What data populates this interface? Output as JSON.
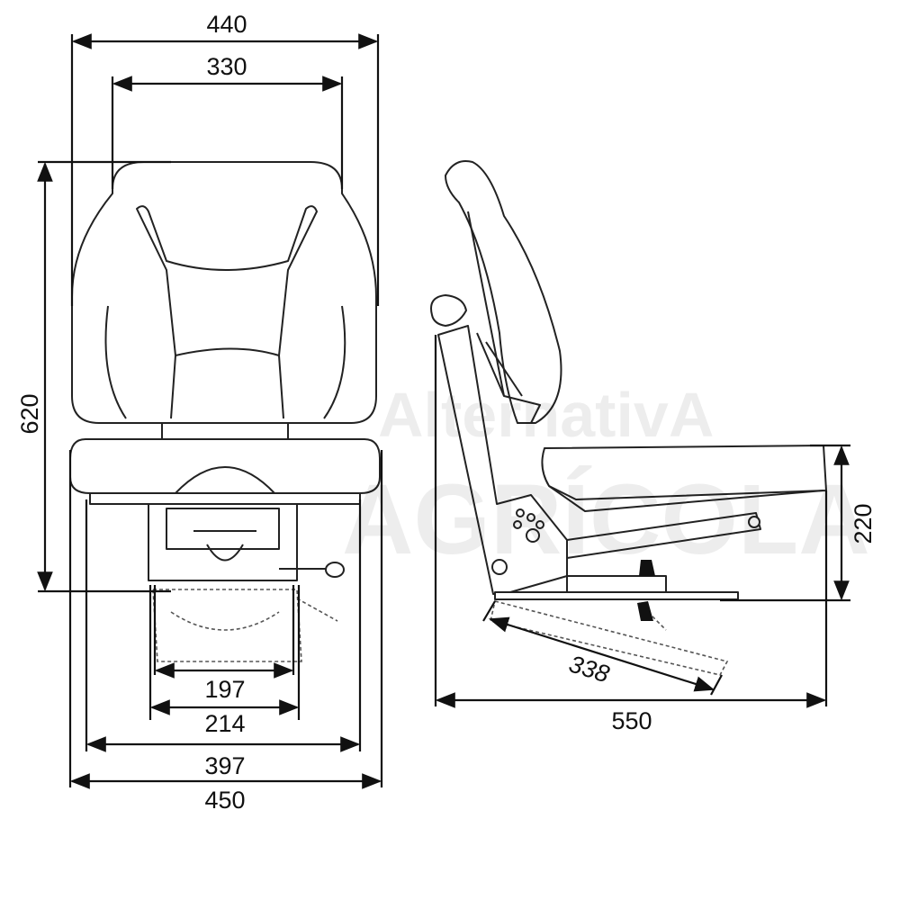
{
  "watermark": {
    "line1": "AlternativA",
    "line2": "AGRÍCOLA"
  },
  "front_view": {
    "dimensions": {
      "top_outer": "440",
      "top_inner": "330",
      "height": "620",
      "base_197": "197",
      "base_214": "214",
      "width_397": "397",
      "width_450": "450"
    }
  },
  "side_view": {
    "dimensions": {
      "seat_height": "220",
      "slide": "338",
      "depth": "550"
    }
  }
}
